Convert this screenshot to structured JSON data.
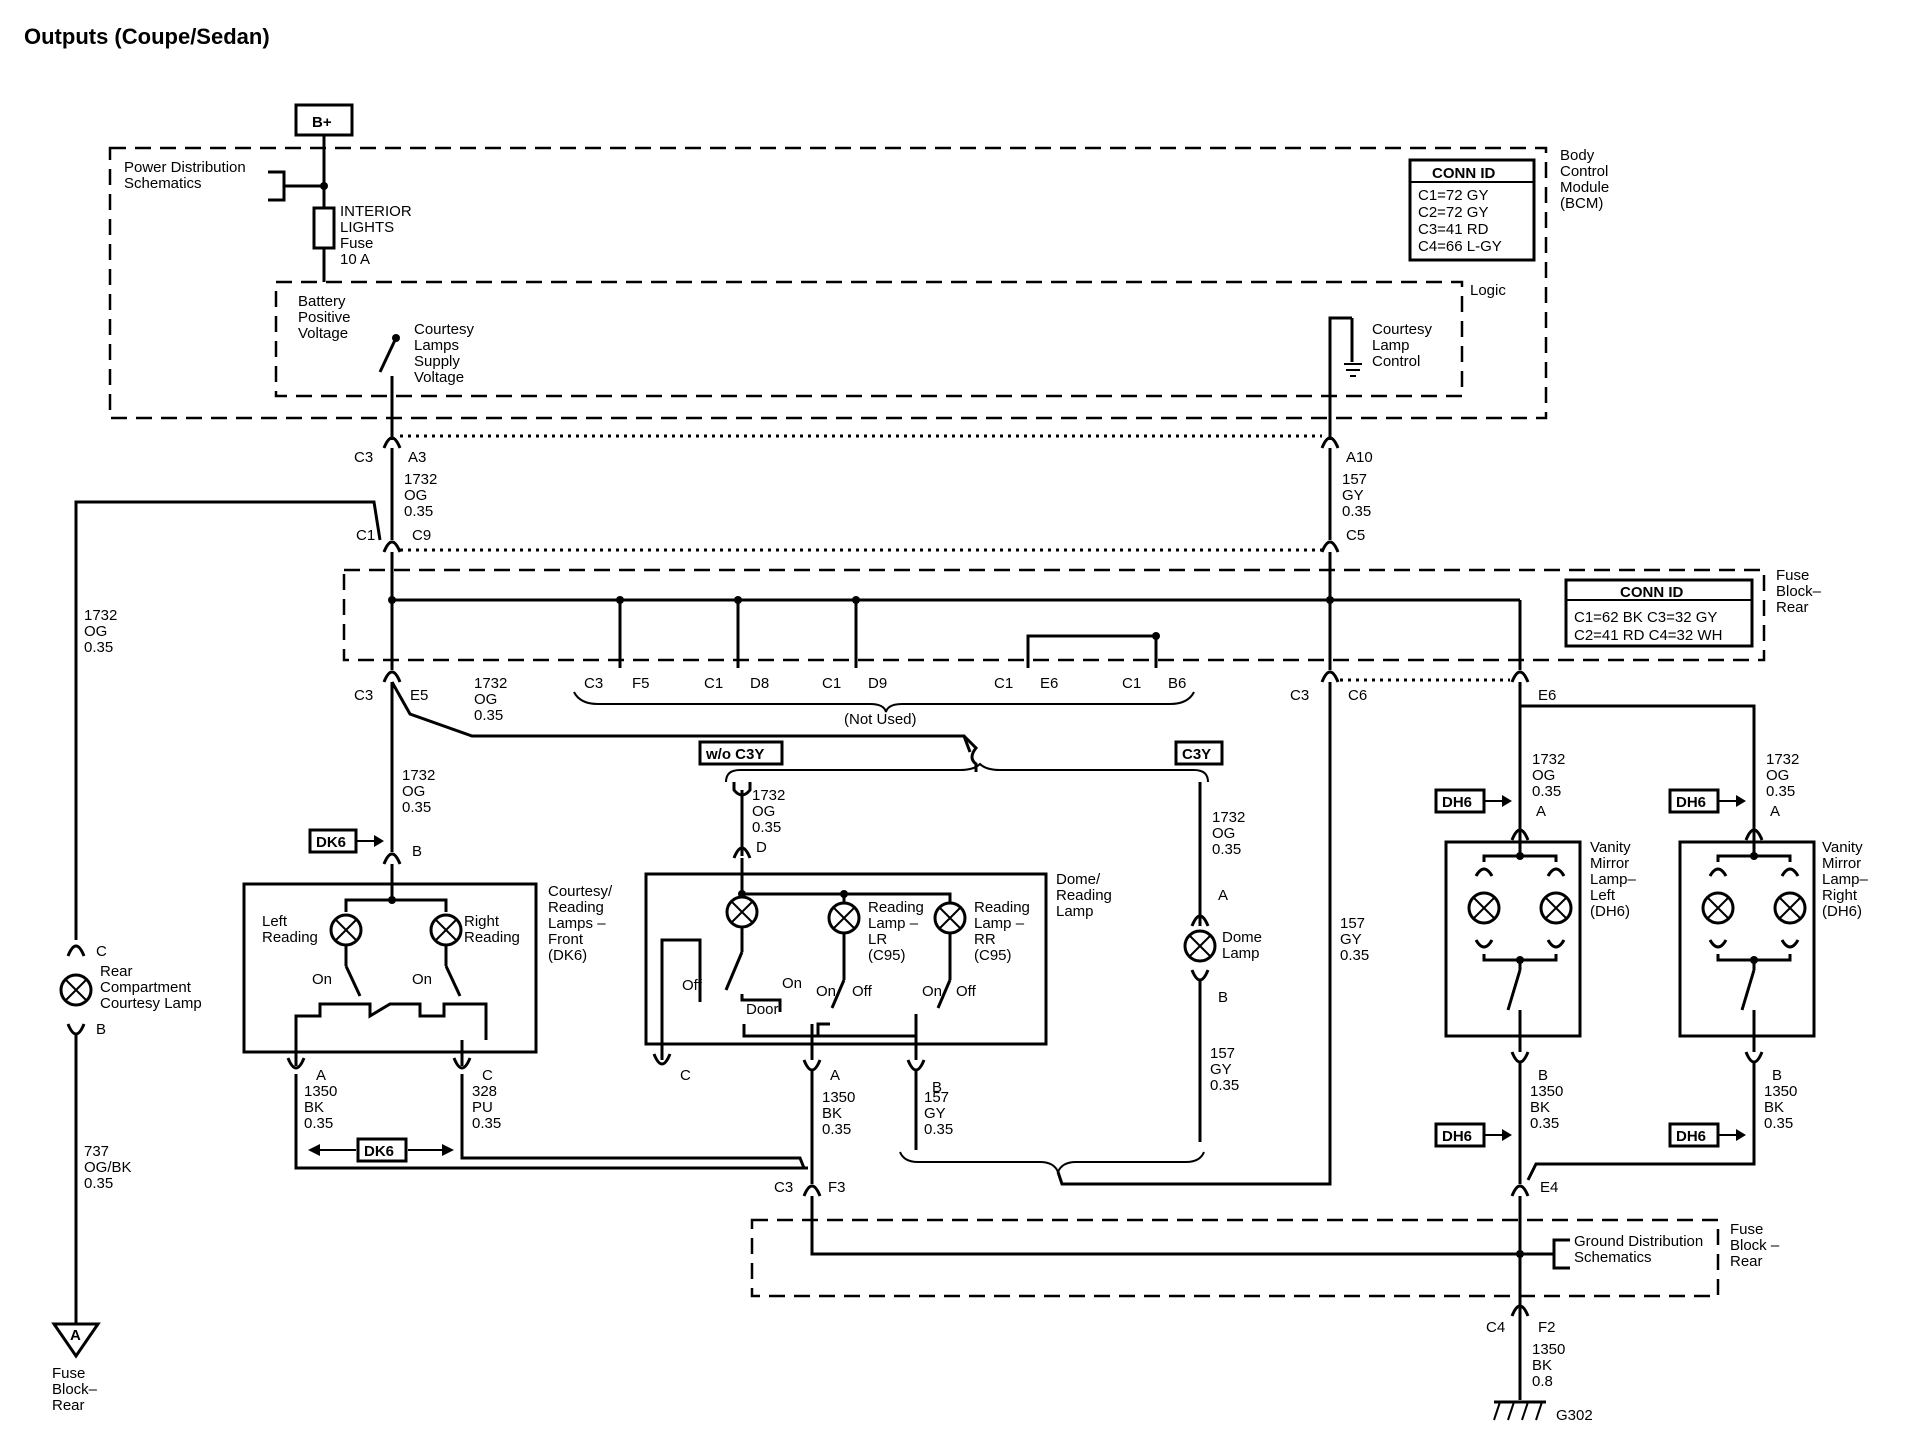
{
  "title": "Outputs (Coupe/Sedan)",
  "battery": "B+",
  "power_dist": [
    "Power Distribution",
    "Schematics"
  ],
  "fuse": [
    "INTERIOR",
    "LIGHTS",
    "Fuse",
    "10 A"
  ],
  "bcm": {
    "name": [
      "Body",
      "Control",
      "Module",
      "(BCM)"
    ],
    "logic": "Logic",
    "conn_id_title": "CONN ID",
    "conn_id": [
      "C1=72 GY",
      "C2=72 GY",
      "C3=41 RD",
      "C4=66 L-GY"
    ],
    "bpv": [
      "Battery",
      "Positive",
      "Voltage"
    ],
    "supply": [
      "Courtesy",
      "Lamps",
      "Supply",
      "Voltage"
    ],
    "control": [
      "Courtesy",
      "Lamp",
      "Control"
    ]
  },
  "fuse_block": {
    "name": [
      "Fuse",
      "Block–",
      "Rear"
    ],
    "conn_id_title": "CONN ID",
    "conn_id": [
      "C1=62 BK  C3=32 GY",
      "C2=41 RD  C4=32 WH"
    ]
  },
  "connectors": {
    "c3_a3": [
      "C3",
      "A3"
    ],
    "c3_a10": "A10",
    "c1_c9": [
      "C1",
      "C9"
    ],
    "c5": "C5",
    "c3_e5": [
      "C3",
      "E5"
    ],
    "c3_c6": [
      "C3",
      "C6"
    ],
    "e6": "E6",
    "unused": [
      "C3",
      "F5",
      "C1",
      "D8",
      "C1",
      "D9",
      "C1",
      "E6",
      "C1",
      "B6"
    ],
    "not_used": "(Not Used)",
    "c3_f3": [
      "C3",
      "F3"
    ],
    "e4": "E4",
    "c4_f2": [
      "C4",
      "F2"
    ]
  },
  "wires": {
    "w1732": [
      "1732",
      "OG",
      "0.35"
    ],
    "w157": [
      "157",
      "GY",
      "0.35"
    ],
    "w1350": [
      "1350",
      "BK",
      "0.35"
    ],
    "w328": [
      "328",
      "PU",
      "0.35"
    ],
    "w737": [
      "737",
      "OG/BK",
      "0.35"
    ],
    "w1350g": [
      "1350",
      "BK",
      "0.8"
    ]
  },
  "options": {
    "wo_c3y": "w/o C3Y",
    "c3y": "C3Y"
  },
  "refs": {
    "dk6": "DK6",
    "dh6": "DH6"
  },
  "rear_lamp": [
    "Rear",
    "Compartment",
    "Courtesy Lamp"
  ],
  "courtesy_front": [
    "Courtesy/",
    "Reading",
    "Lamps –",
    "Front",
    "(DK6)"
  ],
  "left_reading": [
    "Left",
    "Reading"
  ],
  "right_reading": [
    "Right",
    "Reading"
  ],
  "on": "On",
  "off": "Off",
  "door": "Door",
  "dome_reading": [
    "Dome/",
    "Reading",
    "Lamp"
  ],
  "reading_lr": [
    "Reading",
    "Lamp –",
    "LR",
    "(C95)"
  ],
  "reading_rr": [
    "Reading",
    "Lamp –",
    "RR",
    "(C95)"
  ],
  "dome_lamp": [
    "Dome",
    "Lamp"
  ],
  "vanity_left": [
    "Vanity",
    "Mirror",
    "Lamp–",
    "Left",
    "(DH6)"
  ],
  "vanity_right": [
    "Vanity",
    "Mirror",
    "Lamp–",
    "Right",
    "(DH6)"
  ],
  "ground_dist": [
    "Ground Distribution",
    "Schematics"
  ],
  "fuse_block_rear": [
    "Fuse",
    "Block –",
    "Rear"
  ],
  "fuse_block_ref": [
    "Fuse",
    "Block–",
    "Rear"
  ],
  "ground_a": "A",
  "g302": "G302",
  "pins": {
    "A": "A",
    "B": "B",
    "C": "C",
    "D": "D"
  }
}
